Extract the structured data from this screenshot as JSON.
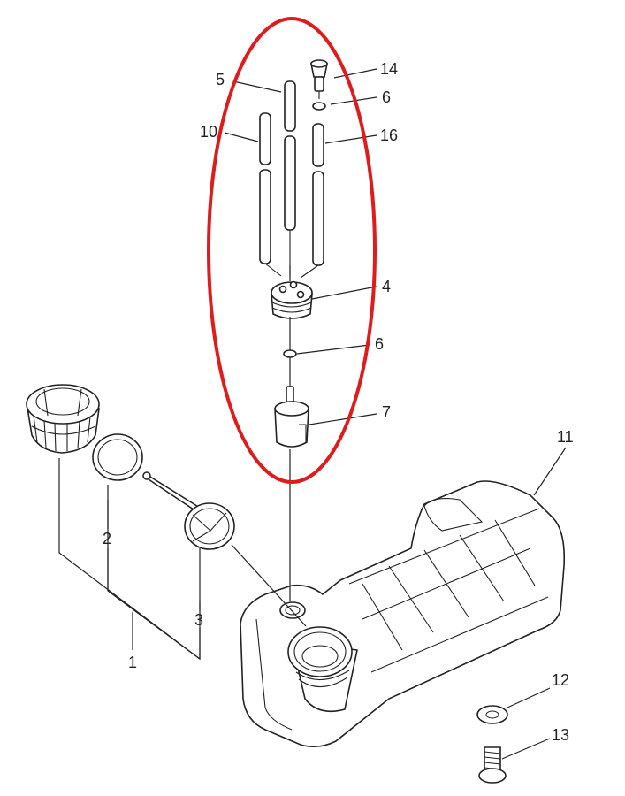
{
  "labels": {
    "p1": "1",
    "p2": "2",
    "p3": "3",
    "p4": "4",
    "p5": "5",
    "p6a": "6",
    "p6b": "6",
    "p7": "7",
    "p10": "10",
    "p11": "11",
    "p12": "12",
    "p13": "13",
    "p14": "14",
    "p16": "16"
  },
  "colors": {
    "highlight": "#e01b1b",
    "line": "#222222",
    "background": "#ffffff"
  }
}
